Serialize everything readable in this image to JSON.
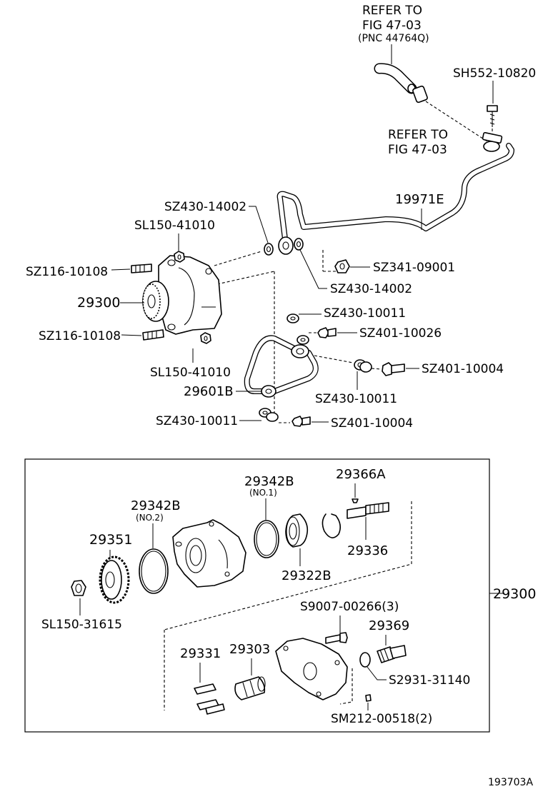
{
  "refs": {
    "refer_top_1": "REFER TO",
    "refer_top_2": "FIG 47-03",
    "refer_top_3": "(PNC 44764Q)",
    "refer_mid_1": "REFER TO",
    "refer_mid_2": "FIG 47-03"
  },
  "callouts": {
    "sh552_10820": "SH552-10820",
    "p19971e": "19971E",
    "sz430_14002_a": "SZ430-14002",
    "sl150_41010_a": "SL150-41010",
    "sz116_10108_a": "SZ116-10108",
    "p29300_top": "29300",
    "sz116_10108_b": "SZ116-10108",
    "sz341_09001": "SZ341-09001",
    "sz430_14002_b": "SZ430-14002",
    "sz430_10011_a": "SZ430-10011",
    "sz401_10026": "SZ401-10026",
    "sl150_41010_b": "SL150-41010",
    "sz401_10004_a": "SZ401-10004",
    "p29601b": "29601B",
    "sz430_10011_b": "SZ430-10011",
    "sz430_10011_c": "SZ430-10011",
    "sz401_10004_b": "SZ401-10004",
    "p29342b_no1": "29342B",
    "no1": "(NO.1)",
    "p29366a": "29366A",
    "p29342b_no2": "29342B",
    "no2": "(NO.2)",
    "p29351": "29351",
    "p29336": "29336",
    "p29322b": "29322B",
    "p29300_box": "29300",
    "sl150_31615": "SL150-31615",
    "s9007_00266": "S9007-00266(3)",
    "p29369": "29369",
    "p29331": "29331",
    "p29303": "29303",
    "s2931_31140": "S2931-31140",
    "sm212_00518": "SM212-00518(2)"
  },
  "figure_number": "193703A"
}
